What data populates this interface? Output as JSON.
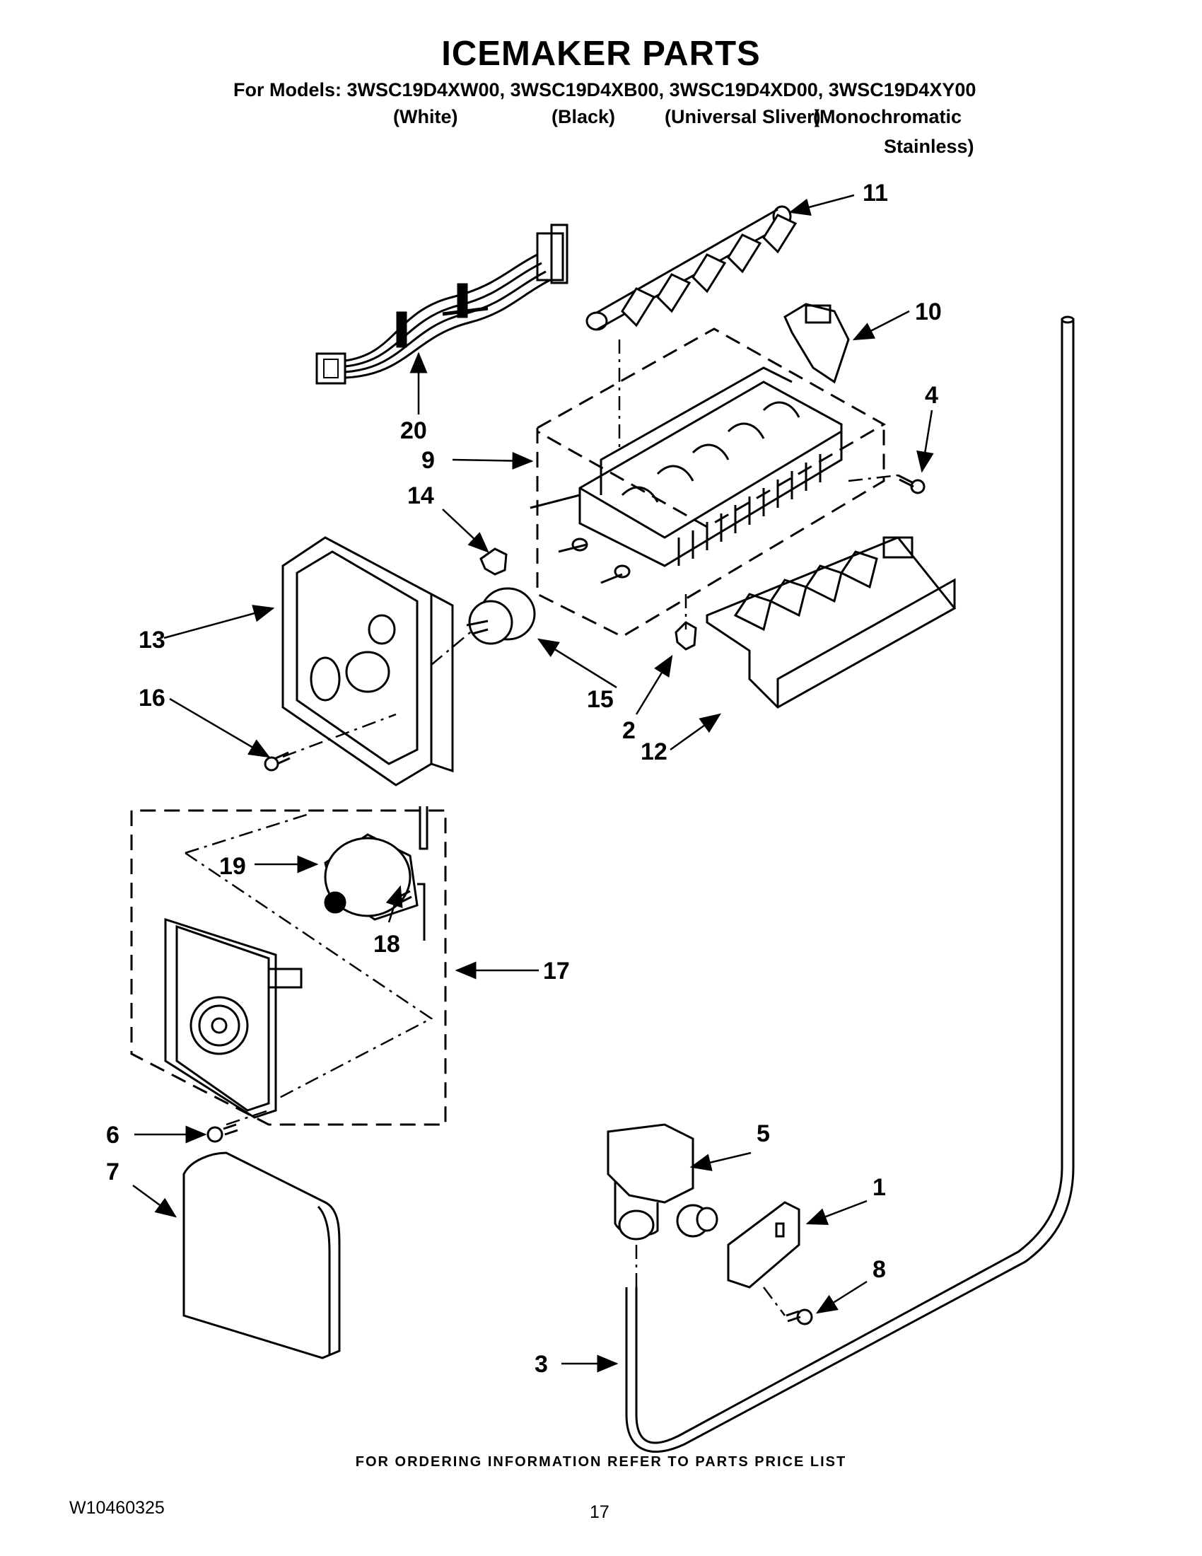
{
  "title": "ICEMAKER PARTS",
  "models_line": "For Models: 3WSC19D4XW00, 3WSC19D4XB00, 3WSC19D4XD00, 3WSC19D4XY00",
  "colors": {
    "white": "(White)",
    "black": "(Black)",
    "universal_silver": "(Universal Sliver)",
    "monochromatic_1": "(Monochromatic",
    "monochromatic_2": "Stainless)"
  },
  "callouts": {
    "c1": "1",
    "c2": "2",
    "c3": "3",
    "c4": "4",
    "c5": "5",
    "c6": "6",
    "c7": "7",
    "c8": "8",
    "c9": "9",
    "c10": "10",
    "c11": "11",
    "c12": "12",
    "c13": "13",
    "c14": "14",
    "c15": "15",
    "c16": "16",
    "c17": "17",
    "c18": "18",
    "c19": "19",
    "c20": "20"
  },
  "footer_note": "FOR ORDERING INFORMATION REFER TO PARTS PRICE LIST",
  "doc_number": "W10460325",
  "page_number": "17"
}
